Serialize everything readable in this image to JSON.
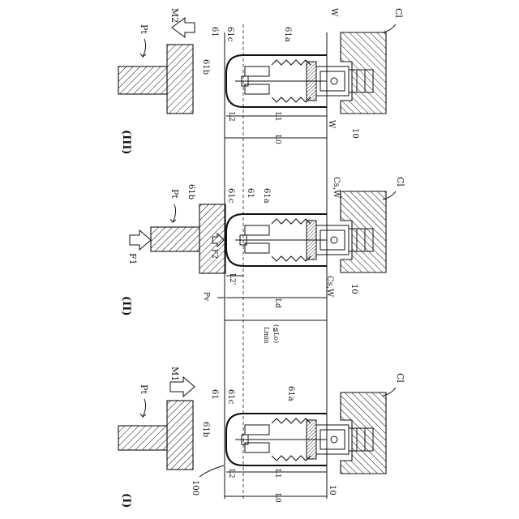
{
  "stages": [
    {
      "id": "I",
      "title": "(I)",
      "punch": "Pt",
      "arrow": "M1",
      "ref100": "100",
      "ref10": "10",
      "ref61": "61",
      "ref61a": "61a",
      "ref61b": "61b",
      "ref61c": "61c",
      "refCl": "Cl",
      "dimL0": "L0",
      "dimL1": "L1",
      "dimL2": "L2"
    },
    {
      "id": "II",
      "title": "(II)",
      "punch": "Pt",
      "arrow": "F1",
      "arrow2": "F2",
      "ref10": "10",
      "ref61": "61",
      "ref61a": "61a",
      "ref61b": "61b",
      "ref61c": "61c",
      "refCl": "Cl",
      "refCsW_top": "Cs,W",
      "refCsW_bot": "Cs,W",
      "dimPv": "Pv",
      "dimLd": "Ld",
      "dimLmin": "Lmin",
      "dimLmin2": "(≦Lo)",
      "dimL2p": "L2'"
    },
    {
      "id": "III",
      "title": "(III)",
      "punch": "Pt",
      "arrow": "M2",
      "ref10": "10",
      "ref61": "61",
      "ref61a": "61a",
      "ref61b": "61b",
      "ref61c": "61c",
      "refCl": "Cl",
      "refW_top": "W",
      "refW_bot": "W",
      "dimL0": "L0",
      "dimL1": "L1",
      "dimL2": "L2"
    }
  ]
}
